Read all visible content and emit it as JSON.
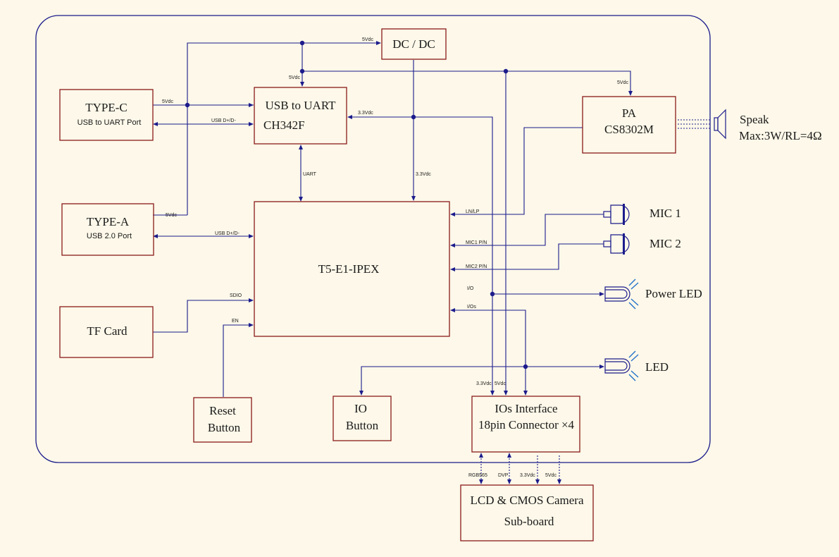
{
  "blocks": {
    "dcdc": {
      "title": "DC / DC"
    },
    "usb_uart": {
      "line1": "USB to UART",
      "line2": "CH342F"
    },
    "type_c": {
      "title": "TYPE-C",
      "subtitle": "USB to UART Port"
    },
    "type_a": {
      "title": "TYPE-A",
      "subtitle": "USB 2.0 Port"
    },
    "pa": {
      "line1": "PA",
      "line2": "CS8302M"
    },
    "main": {
      "title": "T5-E1-IPEX"
    },
    "tf_card": {
      "title": "TF Card"
    },
    "reset": {
      "line1": "Reset",
      "line2": "Button"
    },
    "io_button": {
      "line1": "IO",
      "line2": "Button"
    },
    "ios_interface": {
      "line1": "IOs Interface",
      "line2": "18pin Connector ×4"
    },
    "subboard": {
      "line1": "LCD & CMOS Camera",
      "line2": "Sub-board"
    }
  },
  "peripherals": {
    "speaker": {
      "line1": "Speak",
      "line2": "Max:3W/RL=4Ω"
    },
    "mic1": "MIC 1",
    "mic2": "MIC 2",
    "power_led": "Power LED",
    "led": "LED"
  },
  "signals": {
    "dcdc_in_5v": "5Vdc",
    "uart_5v": "5Vdc",
    "typec_5v": "5Vdc",
    "typec_usb": "USB D+/D-",
    "uart_3v3": "3.3Vdc",
    "uart_link": "UART",
    "dcdc_3v3": "3.3Vdc",
    "pa_5v": "5Vdc",
    "typea_5v": "5Vdc",
    "typea_usb": "USB D+/D-",
    "ln_lp": "LN/LP",
    "mic1_pn": "MIC1 P/N",
    "mic2_pn": "MIC2 P/N",
    "io": "I/O",
    "ios": "I/Os",
    "sdio": "SDIO",
    "en": "EN",
    "conn_3v3": "3.3Vdc",
    "conn_5v": "5Vdc",
    "rgb565": "RGB565",
    "dvp": "DVP",
    "sub_3v3": "3.3Vdc",
    "sub_5v": "5Vdc"
  }
}
